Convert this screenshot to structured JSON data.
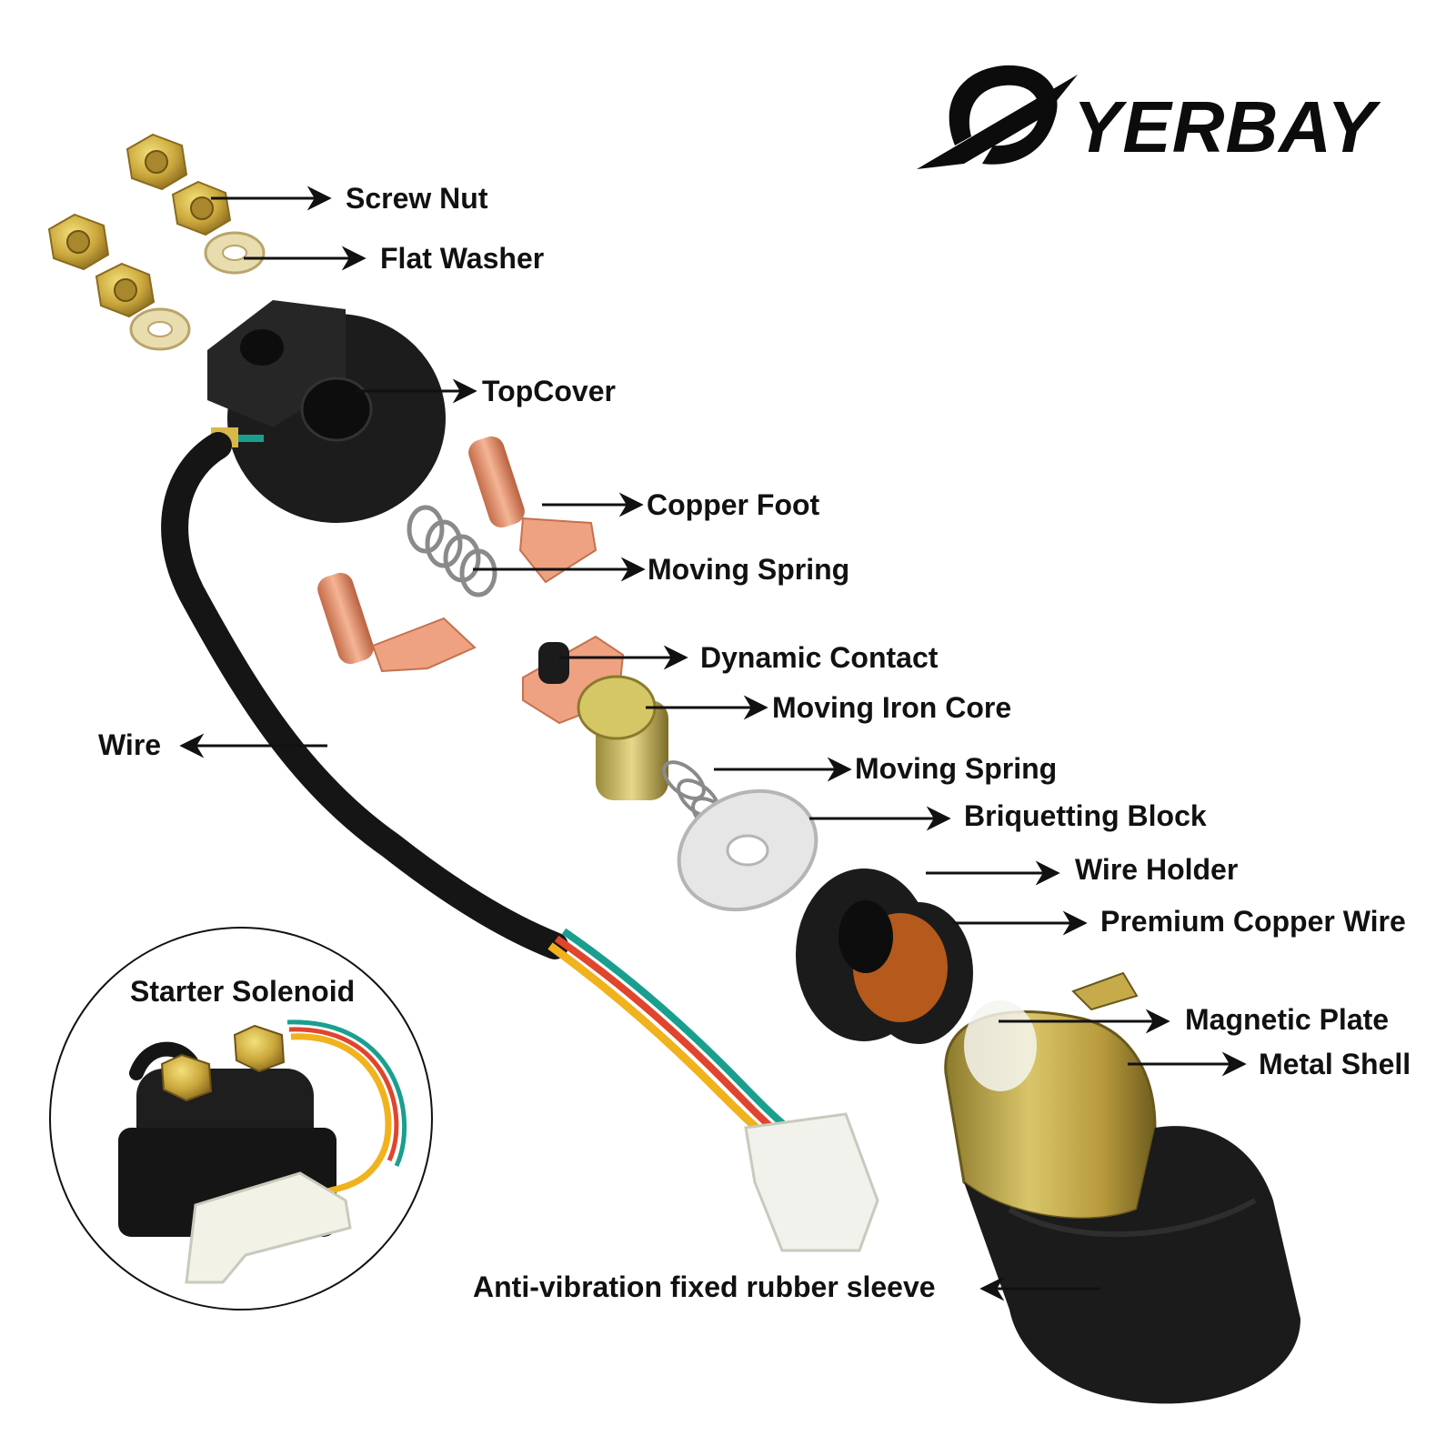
{
  "brand": {
    "name": "YERBAY"
  },
  "labels": {
    "screw_nut": "Screw Nut",
    "flat_washer": "Flat Washer",
    "top_cover": "TopCover",
    "copper_foot": "Copper Foot",
    "moving_spring_1": "Moving Spring",
    "dynamic_contact": "Dynamic Contact",
    "moving_iron_core": "Moving Iron Core",
    "moving_spring_2": "Moving Spring",
    "briquetting_block": "Briquetting Block",
    "wire_holder": "Wire Holder",
    "premium_copper_wire": "Premium Copper Wire",
    "magnetic_plate": "Magnetic Plate",
    "metal_shell": "Metal Shell",
    "wire": "Wire",
    "rubber_sleeve": "Anti-vibration fixed rubber sleeve",
    "starter_solenoid": "Starter Solenoid"
  },
  "colors": {
    "label_text": "#111111",
    "rubber_black": "#1b1b1b",
    "copper": "#e79a78",
    "brass": "#c9b257",
    "coil": "#b5591c",
    "wire_yellow": "#f0b21d",
    "wire_red": "#e0452e",
    "wire_teal": "#1a9f8f",
    "connector": "#f2f2ec"
  }
}
